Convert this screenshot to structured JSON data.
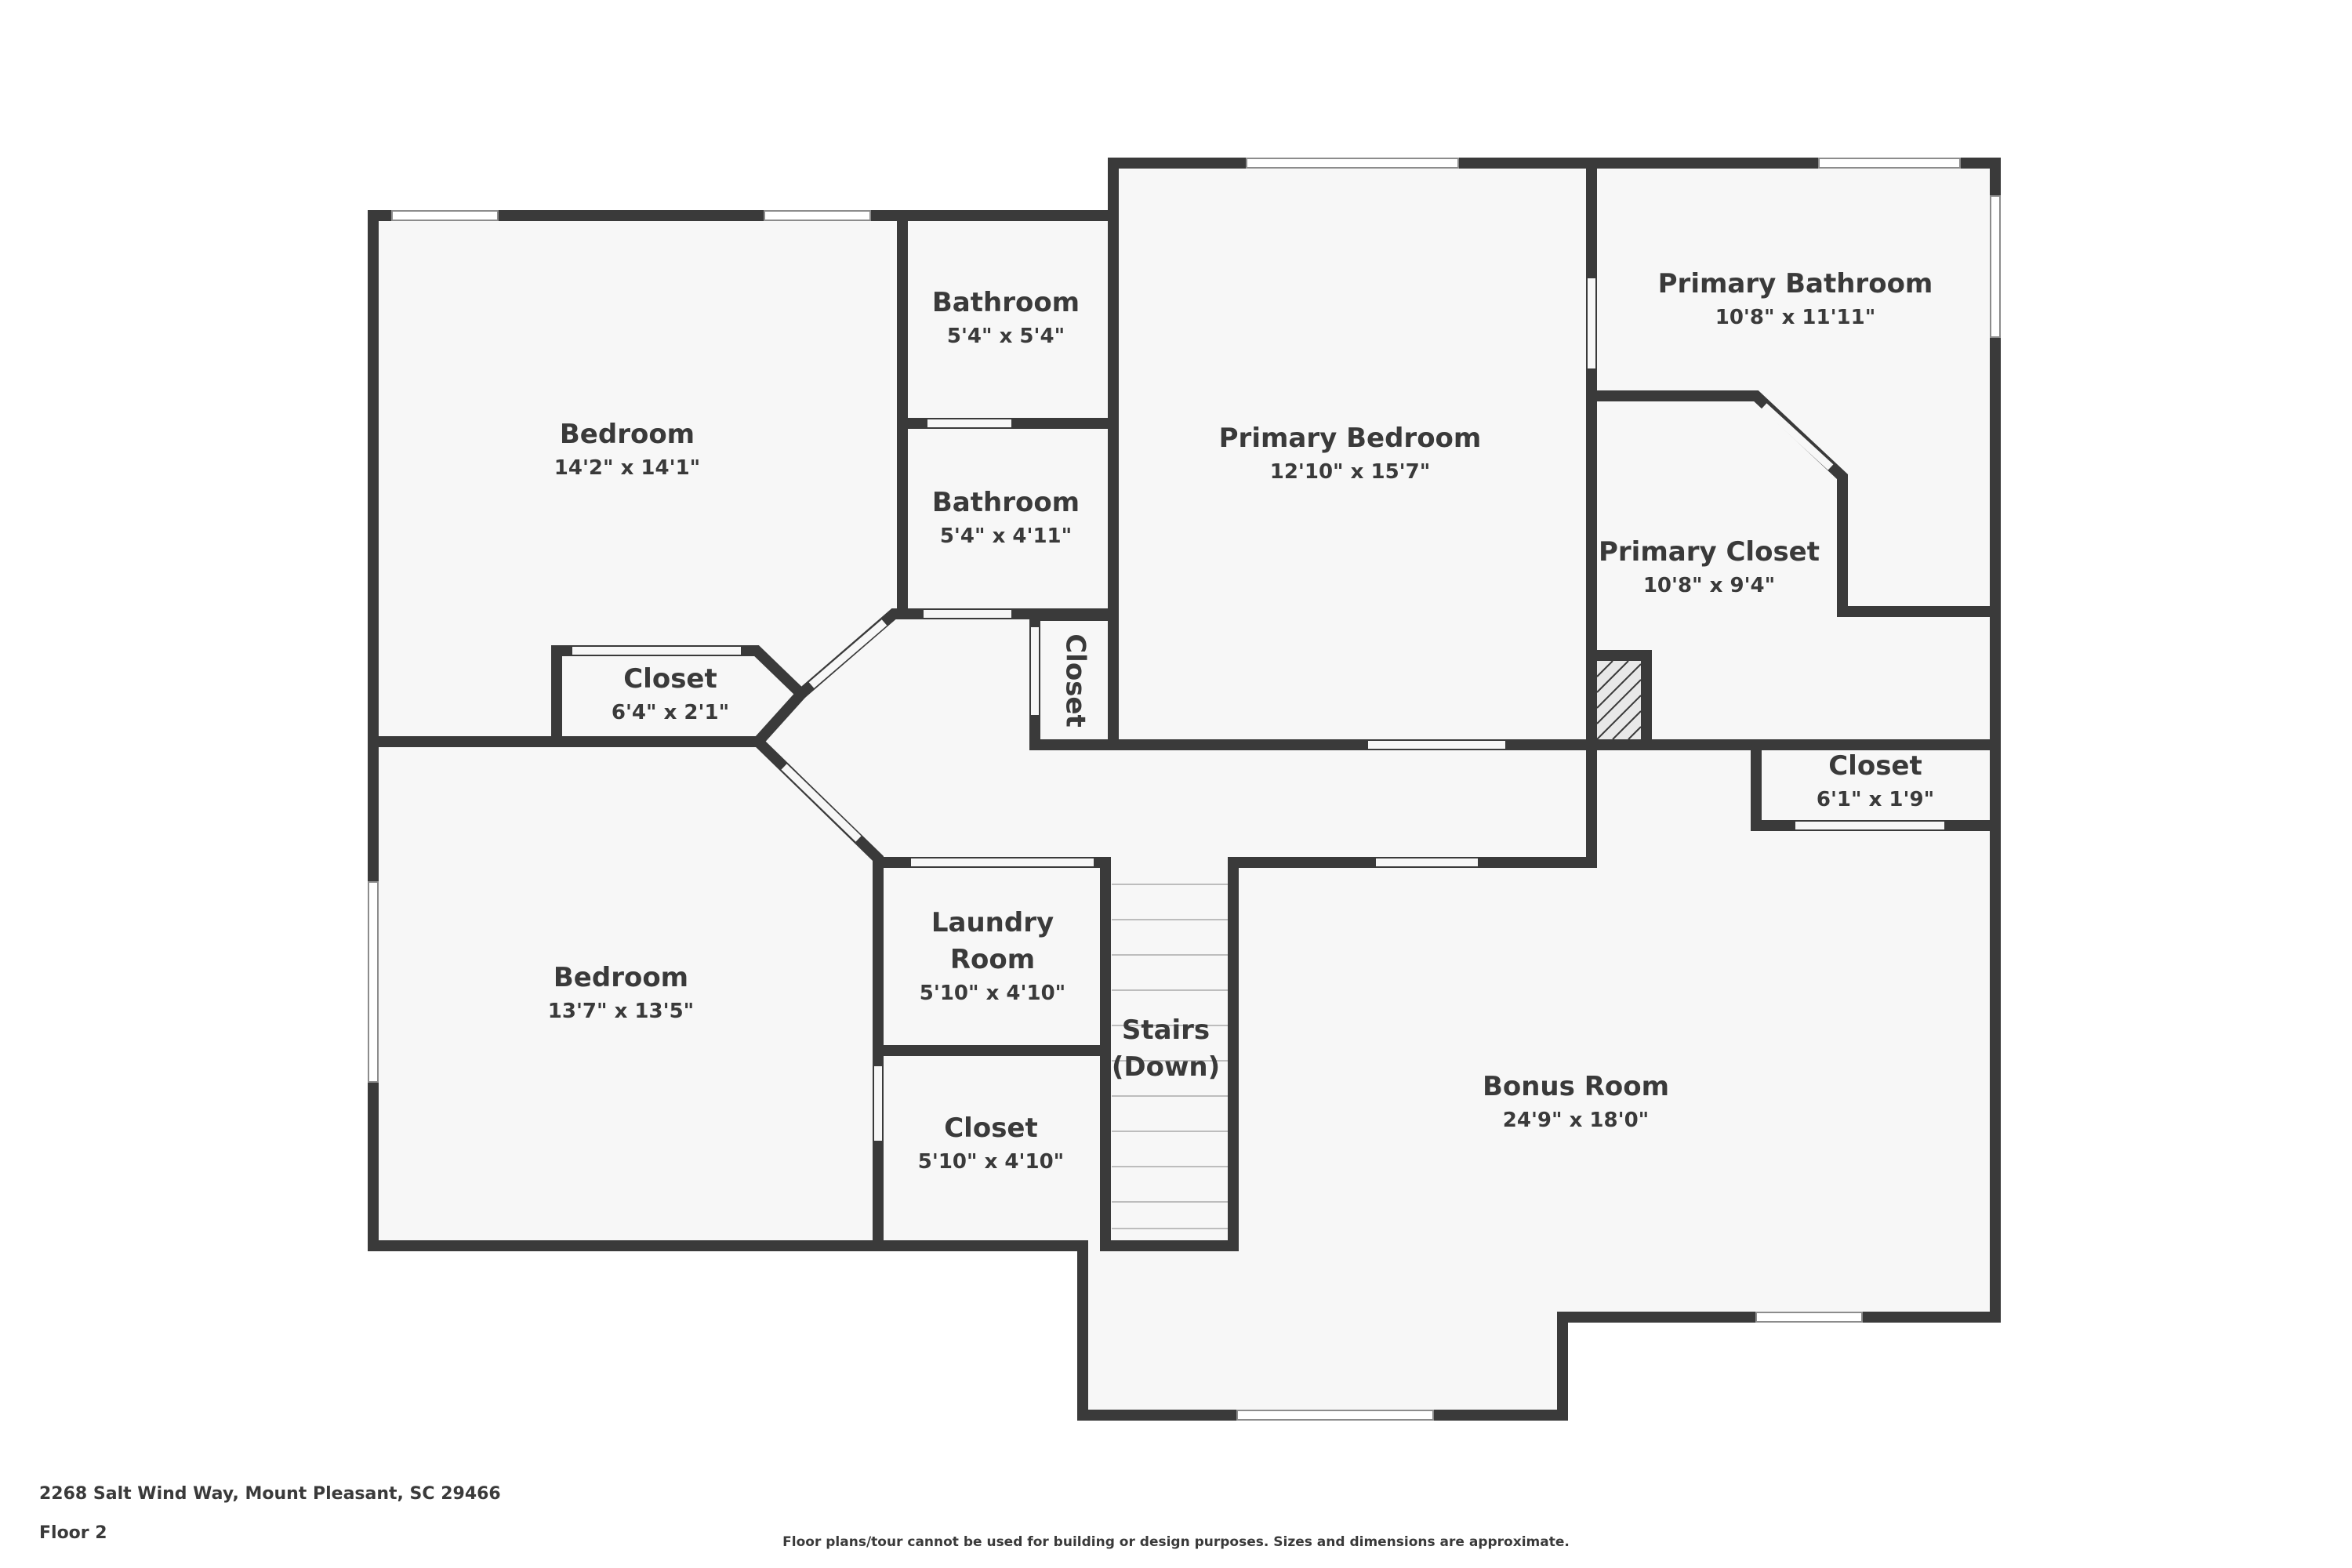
{
  "rooms": {
    "bedroom_1": {
      "name": "Bedroom",
      "dims": "14'2\" x 14'1\""
    },
    "bathroom_1": {
      "name": "Bathroom",
      "dims": "5'4\" x 5'4\""
    },
    "bathroom_2": {
      "name": "Bathroom",
      "dims": "5'4\" x 4'11\""
    },
    "primary_bedroom": {
      "name": "Primary Bedroom",
      "dims": "12'10\" x 15'7\""
    },
    "primary_bathroom": {
      "name": "Primary Bathroom",
      "dims": "10'8\" x 11'11\""
    },
    "primary_closet": {
      "name": "Primary Closet",
      "dims": "10'8\" x 9'4\""
    },
    "closet_hall": {
      "name": "Closet",
      "dims": "6'4\" x 2'1\""
    },
    "closet_small": {
      "name": "Closet"
    },
    "closet_bonus": {
      "name": "Closet",
      "dims": "6'1\" x 1'9\""
    },
    "bedroom_2": {
      "name": "Bedroom",
      "dims": "13'7\" x 13'5\""
    },
    "laundry": {
      "name_line1": "Laundry",
      "name_line2": "Room",
      "dims": "5'10\" x 4'10\""
    },
    "closet_laundry": {
      "name": "Closet",
      "dims": "5'10\" x 4'10\""
    },
    "stairs": {
      "name_line1": "Stairs",
      "name_line2": "(Down)"
    },
    "bonus_room": {
      "name": "Bonus Room",
      "dims": "24'9\" x 18'0\""
    }
  },
  "footer": {
    "address": "2268 Salt Wind Way, Mount Pleasant, SC 29466",
    "floor": "Floor 2",
    "disclaimer": "Floor plans/tour cannot be used for building or design purposes. Sizes and dimensions are approximate."
  },
  "colors": {
    "wall": "#3a3a3a",
    "floor": "#f7f7f7",
    "window": "#ffffff",
    "text": "#3a3a3a"
  }
}
